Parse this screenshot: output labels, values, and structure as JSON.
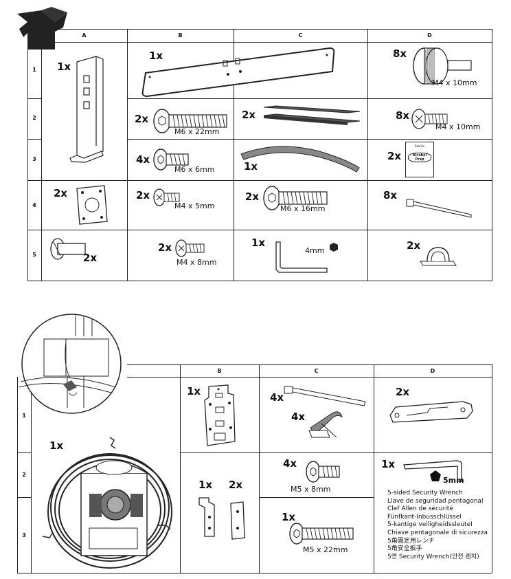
{
  "table1": {
    "columns": [
      "A",
      "B",
      "C",
      "D"
    ],
    "rows": [
      "1",
      "2",
      "3",
      "4",
      "5"
    ],
    "items": {
      "a1_qty": "1x",
      "a4_qty": "2x",
      "a5_qty": "2x",
      "b1_qty": "1x",
      "b2_qty": "2x",
      "b2_size": "M6 x 22mm",
      "b3_qty": "4x",
      "b3_size": "M6 x 6mm",
      "b4_qty": "2x",
      "b4_size": "M4 x 5mm",
      "b5_qty": "2x",
      "b5_size": "M4 x 8mm",
      "c2_qty": "2x",
      "c3_qty": "1x",
      "c4_qty": "2x",
      "c4_size": "M6 x 16mm",
      "c5_qty": "1x",
      "c5_size": "4mm",
      "d1_qty": "8x",
      "d1_size": "M4 x 10mm",
      "d2_qty": "8x",
      "d2_size": "M4 x 10mm",
      "d3_qty": "2x",
      "d3_pack_top": "Sterile",
      "d3_pack_label": "Alcohol Prep",
      "d4_qty": "8x",
      "d5_qty": "2x"
    }
  },
  "table2": {
    "columns": [
      "B",
      "C",
      "D"
    ],
    "rows": [
      "1",
      "2",
      "3"
    ],
    "items": {
      "a_qty": "1x",
      "b1_qty": "1x",
      "b2_qty_left": "1x",
      "b2_qty_right": "2x",
      "c1_tie_qty": "4x",
      "c1_clip_qty": "4x",
      "c2_qty": "4x",
      "c2_size": "M5 x 8mm",
      "c3_qty": "1x",
      "c3_size": "M5 x 22mm",
      "d1_qty": "2x",
      "d2_qty": "1x",
      "d2_size": "5mm",
      "wrench_lines": [
        "5-sided Security Wrench",
        "Llave de seguridad pentagonal",
        "Clef Allen de sécurité",
        "Fünfkant-Inbusschlüssel",
        "5-kantige veiligheidssleutel",
        "Chiave pentagonale di sicurezza",
        "5角固定用レンチ",
        "5角安全扳手",
        "5면 Security Wrench(안전 렌치)"
      ]
    }
  }
}
